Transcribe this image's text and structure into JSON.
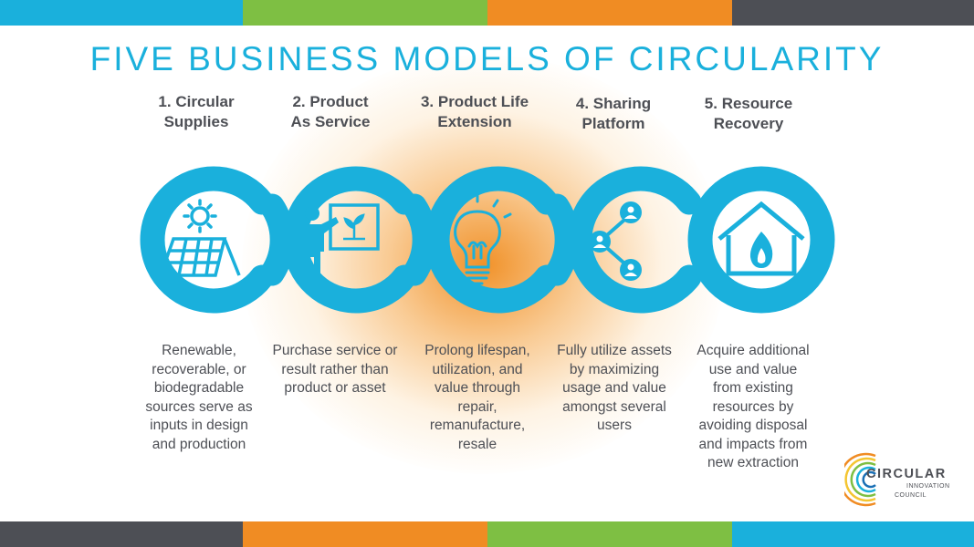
{
  "colors": {
    "blue": "#1ab0dc",
    "green": "#7ebf43",
    "orange": "#f08c23",
    "gray": "#4d4f55"
  },
  "title": "FIVE BUSINESS MODELS OF CIRCULARITY",
  "steps": [
    {
      "title_line1": "1. Circular",
      "title_line2": "Supplies",
      "desc": [
        "Renewable,",
        "recoverable, or",
        "biodegradable",
        "sources serve as",
        "inputs in design",
        "and production"
      ],
      "icon": "solar-panel-icon"
    },
    {
      "title_line1": "2. Product",
      "title_line2": "As Service",
      "desc": [
        "Purchase service or",
        "result rather than",
        "product or asset"
      ],
      "icon": "presenter-board-icon"
    },
    {
      "title_line1": "3. Product Life",
      "title_line2": "Extension",
      "desc": [
        "Prolong lifespan,",
        "utilization, and",
        "value through",
        "repair,",
        "remanufacture,",
        "resale"
      ],
      "icon": "lightbulb-icon"
    },
    {
      "title_line1": "4. Sharing",
      "title_line2": "Platform",
      "desc": [
        "Fully utilize assets",
        "by maximizing",
        "usage and value",
        "amongst several",
        "users"
      ],
      "icon": "share-network-icon"
    },
    {
      "title_line1": "5. Resource",
      "title_line2": "Recovery",
      "desc": [
        "Acquire additional",
        "use and value",
        "from existing",
        "resources by",
        "avoiding disposal",
        "and impacts from",
        "new extraction"
      ],
      "icon": "house-flame-icon"
    }
  ],
  "logo": {
    "name": "CIRCULAR",
    "line2": "INNOVATION",
    "line3": "COUNCIL"
  }
}
